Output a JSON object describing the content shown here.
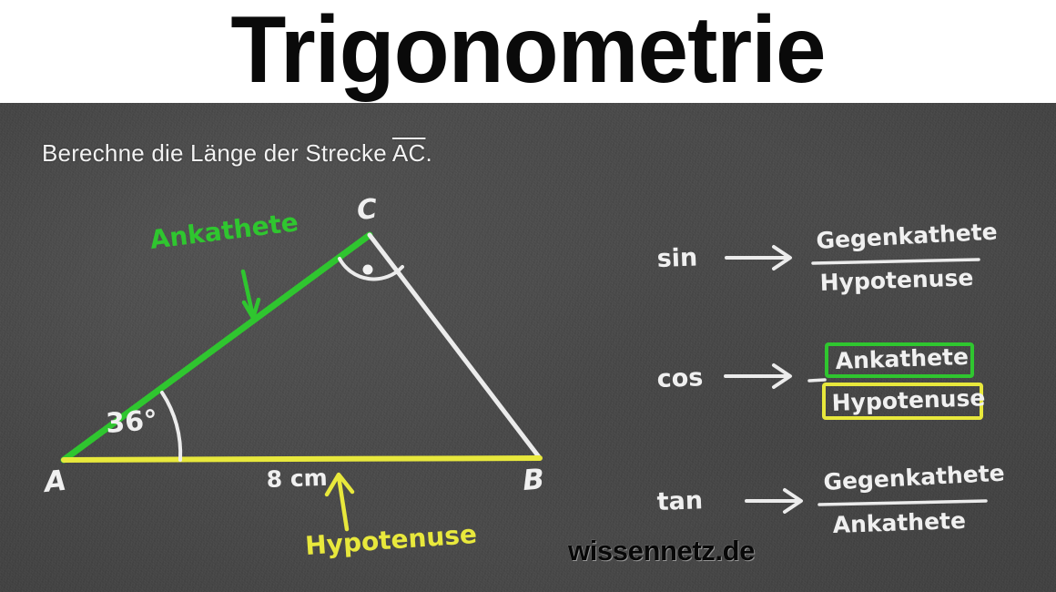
{
  "title": "Trigonometrie",
  "task": {
    "prefix": "Berechne die Länge der Strecke ",
    "segment": "AC",
    "suffix": "."
  },
  "diagram": {
    "vertex_a_label": "A",
    "vertex_b_label": "B",
    "vertex_c_label": "C",
    "angle_label": "36°",
    "side_length_label": "8 cm",
    "ankathete_label": "Ankathete",
    "hypotenuse_label": "Hypotenuse",
    "right_angle_marker": "right-angle-dot"
  },
  "formulas": [
    {
      "name": "sin",
      "arrow": "⟶",
      "numerator": "Gegenkathete",
      "denominator": "Hypotenuse",
      "numerator_highlight": "none",
      "denominator_highlight": "none"
    },
    {
      "name": "cos",
      "arrow": "⟶",
      "numerator": "Ankathete",
      "denominator": "Hypotenuse",
      "numerator_highlight": "green",
      "denominator_highlight": "yellow"
    },
    {
      "name": "tan",
      "arrow": "⟶",
      "numerator": "Gegenkathete",
      "denominator": "Ankathete",
      "numerator_highlight": "none",
      "denominator_highlight": "none"
    }
  ],
  "watermark": "wissennetz.de",
  "colors": {
    "board": "#474747",
    "title_band": "#ffffff",
    "chalk_white": "#f0f0f0",
    "ankathete_green": "#2fc62f",
    "hypotenuse_yellow": "#e8e83c",
    "title_text": "#0a0a0a"
  }
}
